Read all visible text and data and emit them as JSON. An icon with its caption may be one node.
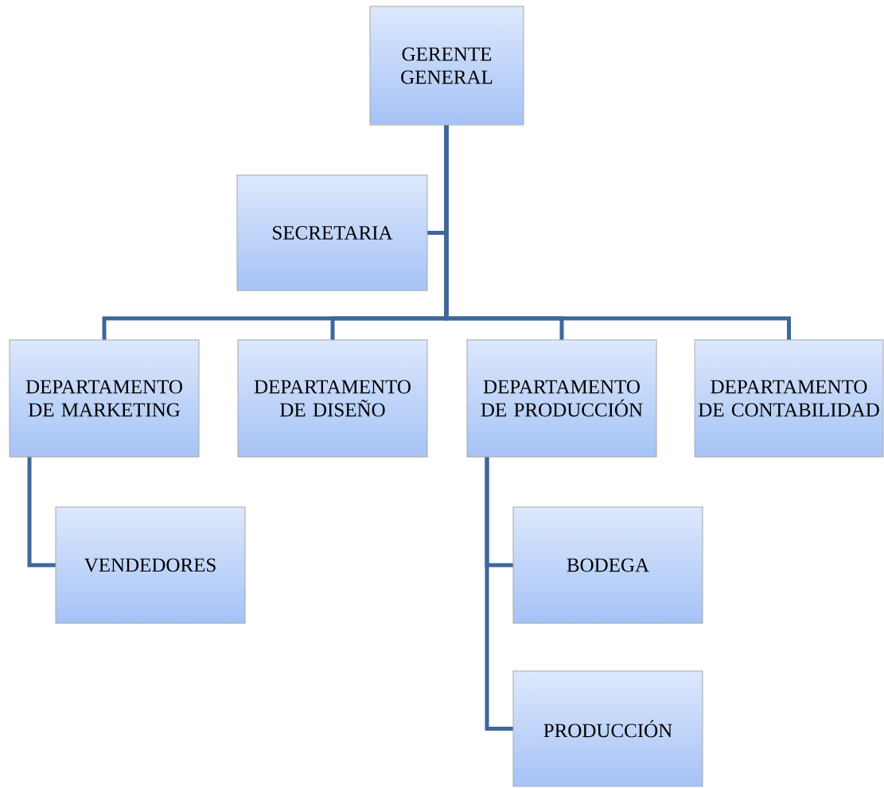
{
  "diagram": {
    "nodes": [
      {
        "text": [
          "GERENTE GENERAL"
        ]
      },
      {
        "text": [
          "SECRETARIA"
        ]
      },
      {
        "text": [
          "DEPARTAMENTO DE MARKETING"
        ]
      },
      {
        "text": [
          "DEPARTAMENTO DE DISEÑO"
        ]
      },
      {
        "text": [
          "DEPARTAMENTO DE PRODUCCIÓN"
        ]
      },
      {
        "text": [
          "DEPARTAMENTO DE CONTABILIDAD"
        ]
      },
      {
        "text": [
          "VENDEDORES"
        ]
      },
      {
        "text": [
          "BODEGA"
        ]
      },
      {
        "text": [
          "PRODUCCIÓN"
        ]
      }
    ],
    "edges": [
      {
        "from": 0,
        "to": 1,
        "arrow": "none"
      },
      {
        "from": 0,
        "to": 2,
        "arrow": "none"
      },
      {
        "from": 0,
        "to": 3,
        "arrow": "none"
      },
      {
        "from": 0,
        "to": 4,
        "arrow": "none"
      },
      {
        "from": 0,
        "to": 5,
        "arrow": "none"
      },
      {
        "from": 2,
        "to": 6,
        "arrow": "none"
      },
      {
        "from": 4,
        "to": 7,
        "arrow": "none"
      },
      {
        "from": 4,
        "to": 8,
        "arrow": "none"
      }
    ]
  }
}
